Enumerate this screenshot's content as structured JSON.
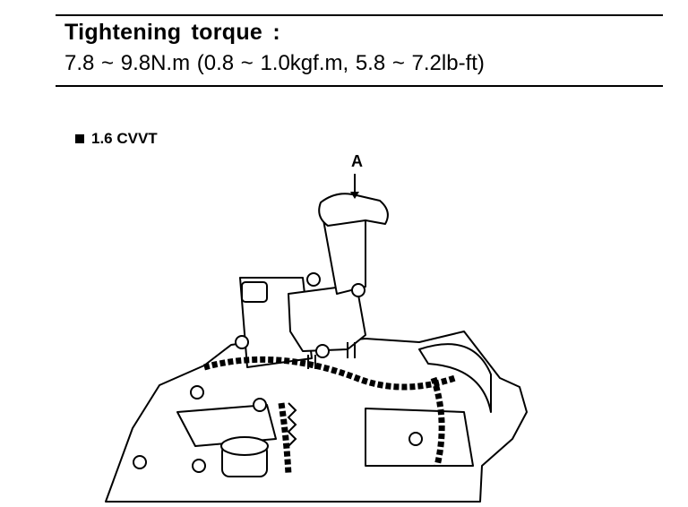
{
  "spec": {
    "title": "Tightening torque :",
    "value": "7.8 ~ 9.8N.m (0.8 ~ 1.0kgf.m, 5.8 ~ 7.2lb-ft)"
  },
  "section": {
    "label": "1.6 CVVT"
  },
  "figure": {
    "callout": "A",
    "icon": "engine-chain-tensioner-illustration"
  }
}
